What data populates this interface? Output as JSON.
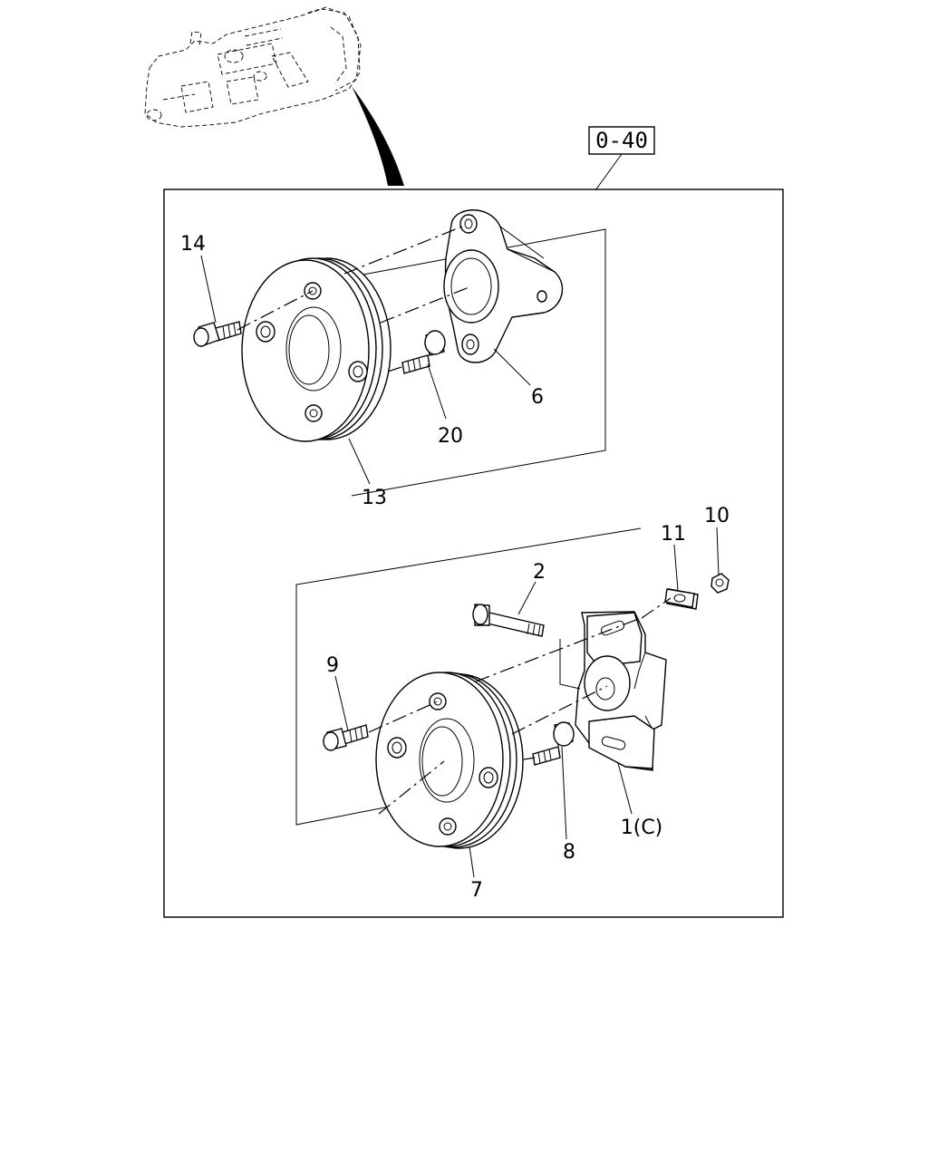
{
  "reference_box": {
    "label": "0-40"
  },
  "callouts": [
    {
      "id": "14",
      "text": "14"
    },
    {
      "id": "6",
      "text": "6"
    },
    {
      "id": "20",
      "text": "20"
    },
    {
      "id": "13",
      "text": "13"
    },
    {
      "id": "2",
      "text": "2"
    },
    {
      "id": "11",
      "text": "11"
    },
    {
      "id": "10",
      "text": "10"
    },
    {
      "id": "9",
      "text": "9"
    },
    {
      "id": "1c",
      "text": "1(C)"
    },
    {
      "id": "8",
      "text": "8"
    },
    {
      "id": "7",
      "text": "7"
    }
  ]
}
